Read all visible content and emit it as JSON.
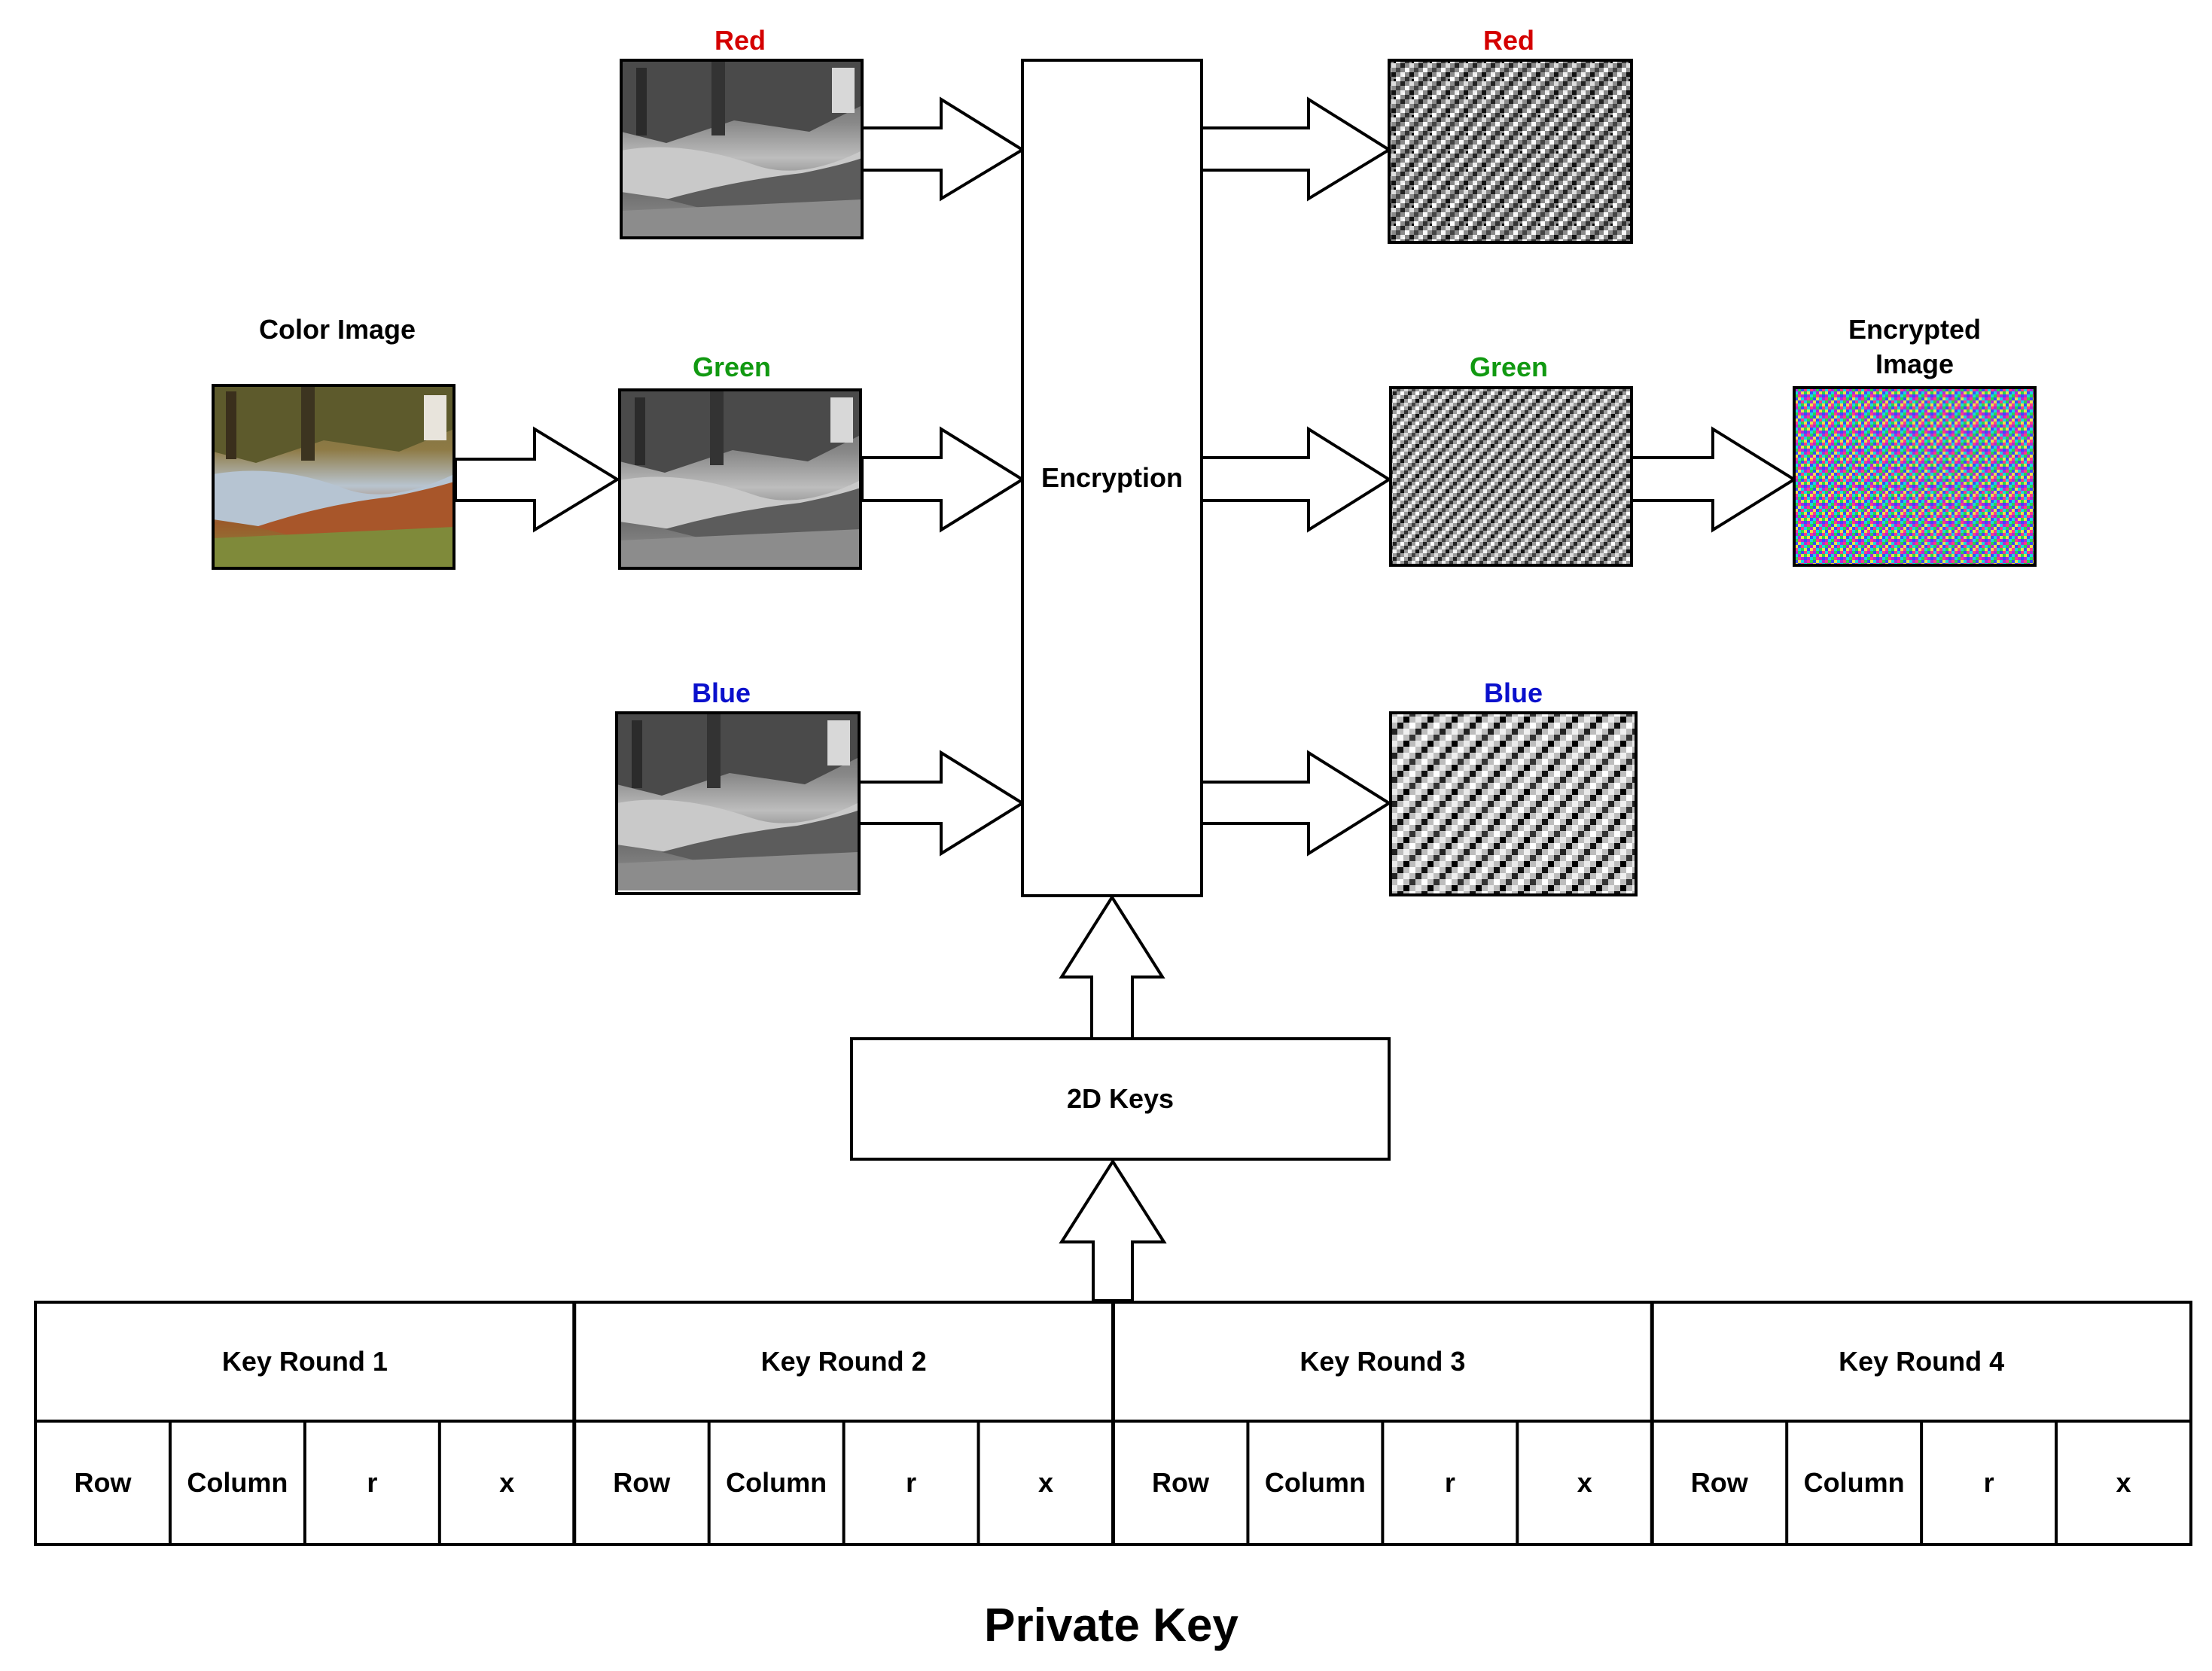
{
  "colors": {
    "red_label": "#d40000",
    "green_label": "#119911",
    "blue_label": "#0a10cc",
    "stroke": "#000000",
    "fill": "#ffffff"
  },
  "input": {
    "label": "Color Image",
    "thumbnail": "photo of lake shore with trees and grass (color)"
  },
  "channels_in": [
    {
      "label": "Red",
      "color_key": "red_label",
      "thumbnail": "grayscale red channel of lake photo"
    },
    {
      "label": "Green",
      "color_key": "green_label",
      "thumbnail": "grayscale green channel of lake photo"
    },
    {
      "label": "Blue",
      "color_key": "blue_label",
      "thumbnail": "grayscale blue channel of lake photo"
    }
  ],
  "encryption": {
    "label": "Encryption"
  },
  "channels_out": [
    {
      "label": "Red",
      "color_key": "red_label",
      "thumbnail": "noise-like encrypted red channel"
    },
    {
      "label": "Green",
      "color_key": "green_label",
      "thumbnail": "noise-like encrypted green channel"
    },
    {
      "label": "Blue",
      "color_key": "blue_label",
      "thumbnail": "noise-like encrypted blue channel"
    }
  ],
  "output": {
    "label_line1": "Encrypted",
    "label_line2": "Image",
    "thumbnail": "colorful noise encrypted image"
  },
  "keys_box": {
    "label": "2D Keys"
  },
  "key_table": {
    "rounds": [
      "Key Round 1",
      "Key Round 2",
      "Key Round 3",
      "Key Round 4"
    ],
    "fields": [
      "Row",
      "Column",
      "r",
      "x"
    ]
  },
  "footer": {
    "title": "Private Key"
  }
}
